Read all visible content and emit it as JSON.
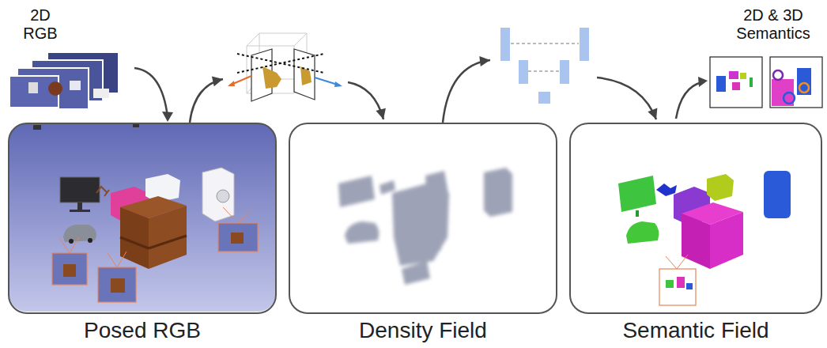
{
  "diagram": {
    "nodes": [
      {
        "text": [
          "Posed RGB"
        ]
      },
      {
        "text": [
          "Density Field"
        ]
      },
      {
        "text": [
          "Semantic Field"
        ]
      }
    ],
    "edges": [
      {
        "from": 0,
        "to": 1,
        "arrow": "to"
      },
      {
        "from": 1,
        "to": 2,
        "arrow": "to"
      }
    ],
    "labels": [
      "2D RGB",
      "2D & 3D Semantics"
    ]
  }
}
